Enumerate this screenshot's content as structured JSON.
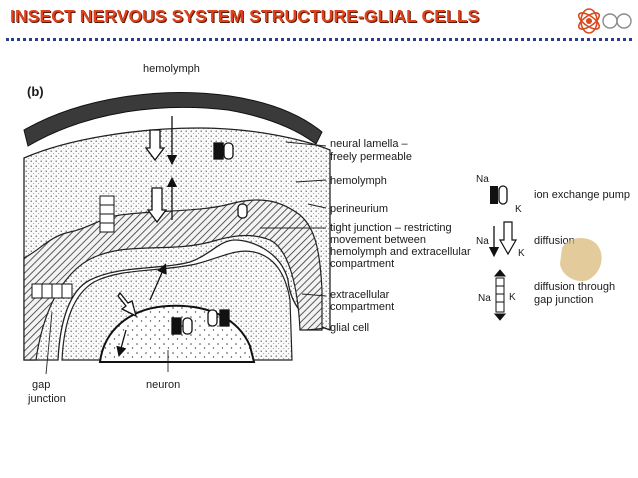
{
  "slide": {
    "title": "INSECT NERVOUS SYSTEM STRUCTURE-GLIAL CELLS",
    "panel_label": "(b)"
  },
  "diagram_labels": {
    "hemolymph_top": "hemolymph",
    "neural_lamella_1": "neural lamella –",
    "neural_lamella_2": "freely permeable",
    "hemolymph": "hemolymph",
    "perineurium": "perineurium",
    "tight_junction_1": "tight junction – restricting",
    "tight_junction_2": "movement between",
    "tight_junction_3": "hemolymph and extracellular",
    "tight_junction_4": "compartment",
    "extracellular_1": "extracellular",
    "extracellular_2": "compartment",
    "glial_cell": "glial cell",
    "gap_junction_1": "gap",
    "gap_junction_2": "junction",
    "neuron": "neuron"
  },
  "legend": {
    "pump_na": "Na",
    "pump_k": "K",
    "pump_label": "ion exchange pump",
    "diffusion_na": "Na",
    "diffusion_k": "K",
    "diffusion_label": "diffusion",
    "gap_na": "Na",
    "gap_k": "K",
    "gap_label_1": "diffusion through",
    "gap_label_2": "gap junction"
  },
  "colors": {
    "title": "#e0421c",
    "divider": "#2a3d8f",
    "lamella": "#3a3a3a",
    "stain": "#d9b97a"
  }
}
